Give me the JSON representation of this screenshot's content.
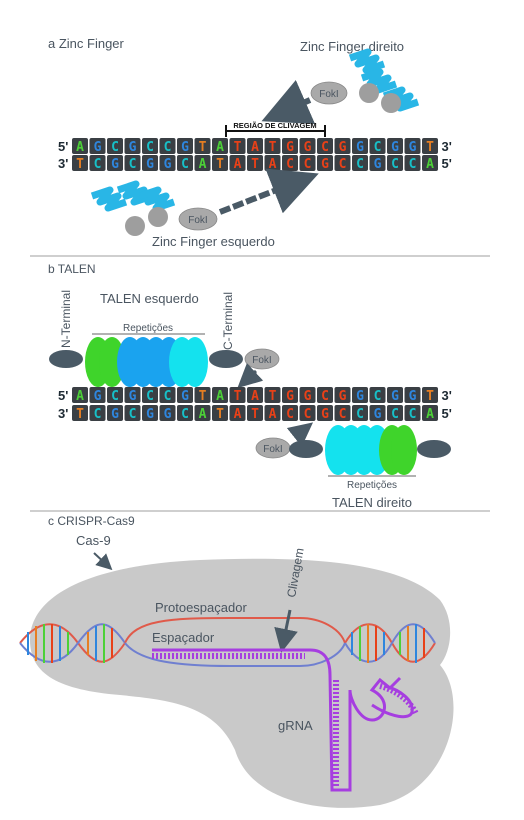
{
  "panel_a": {
    "title": "a Zinc Finger",
    "zf_right_label": "Zinc Finger direito",
    "zf_left_label": "Zinc Finger esquerdo",
    "foki": "FokI",
    "cleavage_region_label": "REGIÃO DE CLIVAGEM"
  },
  "panel_b": {
    "title": "b TALEN",
    "talen_left_label": "TALEN esquerdo",
    "talen_right_label": "TALEN direito",
    "n_terminal": "N-Terminal",
    "c_terminal": "C-Terminal",
    "repeats_label": "Repetições",
    "foki": "FokI"
  },
  "panel_c": {
    "title": "c CRISPR-Cas9",
    "cas9_label": "Cas-9",
    "protospacer_label": "Protoespaçador",
    "spacer_label": "Espaçador",
    "cleavage_label": "Clivagem",
    "grna_label": "gRNA"
  },
  "dna": {
    "top_strand": "AGCGCCGTATATGGCGGCGGT",
    "bottom_strand": "TCGCGGCATATACCGCCGCCA",
    "top_left": "5'",
    "top_right": "3'",
    "bottom_left": "3'",
    "bottom_right": "5'",
    "target_start": 9,
    "target_end": 15
  },
  "colors": {
    "A": "#4cd137",
    "T": "#e67e22",
    "G": "#2e86de",
    "C": "#17c0c8",
    "cleavage": "#e84118",
    "tile": "#3a3f44",
    "arrow": "#4a5a66",
    "zinc_finger": "#29b6e6",
    "cas9": "#c9c9c9",
    "grna": "#a63ee0",
    "protospacer": "#e05a4a",
    "spacer": "#6f7fd0"
  }
}
